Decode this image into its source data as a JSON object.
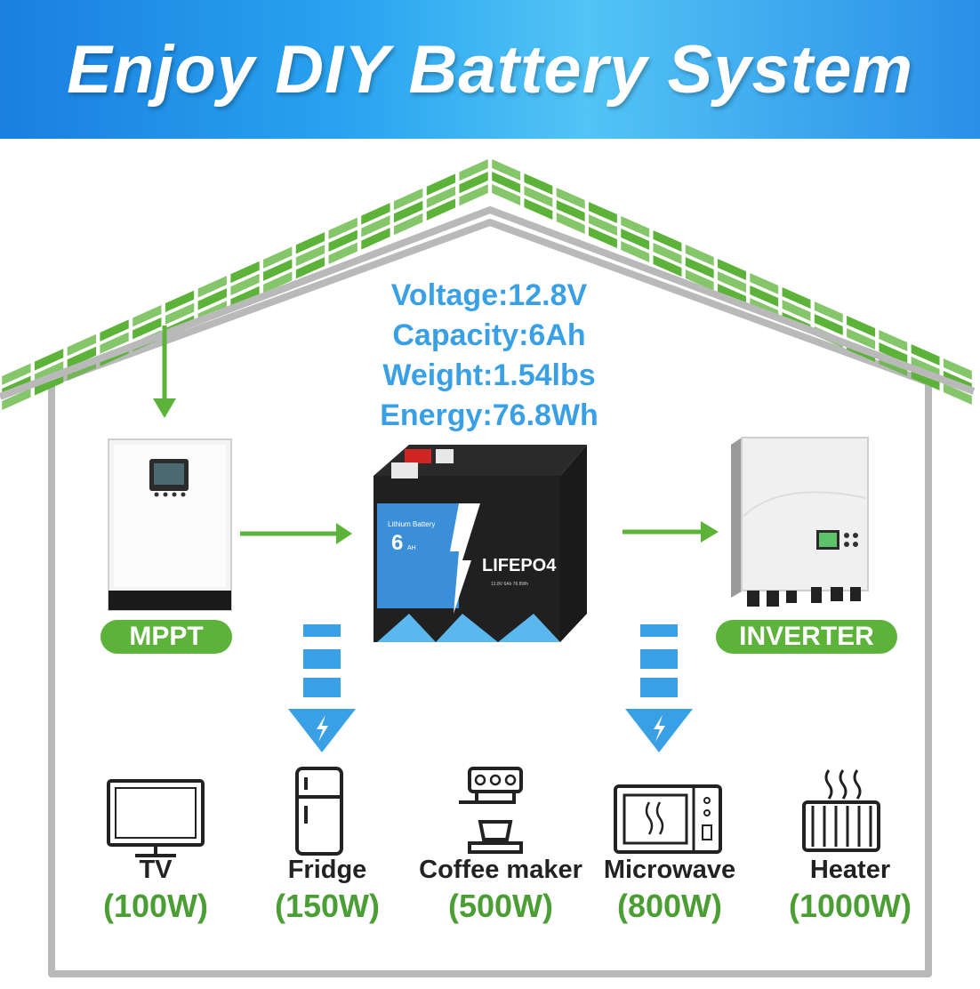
{
  "banner": {
    "title": "Enjoy DIY Battery System"
  },
  "specs": {
    "voltage": "Voltage:12.8V",
    "capacity": "Capacity:6Ah",
    "weight": "Weight:1.54lbs",
    "energy": "Energy:76.8Wh"
  },
  "components": {
    "mppt": {
      "label": "MPPT"
    },
    "inverter": {
      "label": "INVERTER"
    },
    "battery": {
      "brand_small": "Lithium Battery",
      "capacity_num": "6",
      "capacity_unit": "AH",
      "chemistry": "LIFEPO4",
      "rating_line": "12.8V 6Ah 76.8Wh"
    }
  },
  "appliances": [
    {
      "name": "TV",
      "power": "(100W)",
      "icon": "tv-icon"
    },
    {
      "name": "Fridge",
      "power": "(150W)",
      "icon": "fridge-icon"
    },
    {
      "name": "Coffee maker",
      "power": "(500W)",
      "icon": "coffee-maker-icon"
    },
    {
      "name": "Microwave",
      "power": "(800W)",
      "icon": "microwave-icon"
    },
    {
      "name": "Heater",
      "power": "(1000W)",
      "icon": "heater-icon"
    }
  ],
  "colors": {
    "solar_green": "#5db33a",
    "arrow_green": "#5db33a",
    "flow_blue": "#3aa0e6",
    "house_outline": "#b8b8b8",
    "banner_blue": "#1a7fe0"
  }
}
